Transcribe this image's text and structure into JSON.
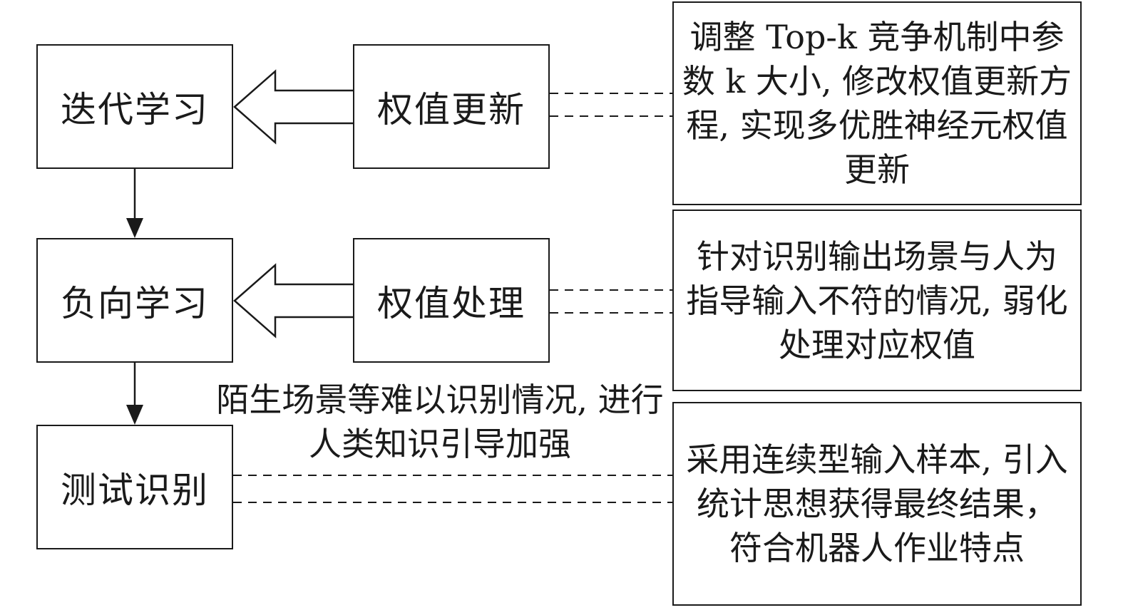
{
  "steps": {
    "iterative": "迭代学习",
    "negative": "负向学习",
    "test": "测试识别"
  },
  "actions": {
    "weight_update": "权值更新",
    "weight_process": "权值处理"
  },
  "notes": {
    "topk": "调整 Top-k 竞争机制中参数 k 大小, 修改权值更新方程, 实现多优胜神经元权值更新",
    "weaken": "针对识别输出场景与人为指导输入不符的情况, 弱化处理对应权值",
    "continuous": "采用连续型输入样本, 引入统计思想获得最终结果，符合机器人作业特点"
  },
  "unknown_scene_label": "陌生场景等难以识别情况, 进行人类知识引导加强"
}
